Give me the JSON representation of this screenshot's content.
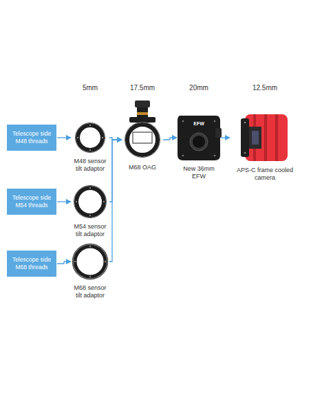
{
  "diagram": {
    "nodes": [
      {
        "text": [
          "Telescope side M48 threads"
        ]
      },
      {
        "text": [
          "Telescope side M54 threads"
        ]
      },
      {
        "text": [
          "Telescope side M68 threads"
        ]
      },
      {
        "text": [
          "M48 sensor tilt adaptor"
        ]
      },
      {
        "text": [
          "M54 sensor tilt adaptor"
        ]
      },
      {
        "text": [
          "M68 sensor tilt adaptor"
        ]
      },
      {
        "text": [
          "M68 OAG"
        ]
      },
      {
        "text": [
          "New 36mm EFW"
        ]
      },
      {
        "text": [
          "APS-C frame cooled camera"
        ]
      }
    ],
    "edges": [
      {
        "from": 0,
        "to": 3,
        "arrow": "to"
      },
      {
        "from": 1,
        "to": 4,
        "arrow": "to"
      },
      {
        "from": 2,
        "to": 5,
        "arrow": "to"
      },
      {
        "from": 3,
        "to": 6,
        "arrow": "to"
      },
      {
        "from": 4,
        "to": 6,
        "arrow": "to"
      },
      {
        "from": 5,
        "to": 6,
        "arrow": "to"
      },
      {
        "from": 6,
        "to": 7,
        "arrow": "to"
      },
      {
        "from": 7,
        "to": 8,
        "arrow": "to"
      }
    ],
    "labels": [
      "5mm",
      "17.5mm",
      "20mm",
      "12.5mm",
      "EFW"
    ]
  }
}
